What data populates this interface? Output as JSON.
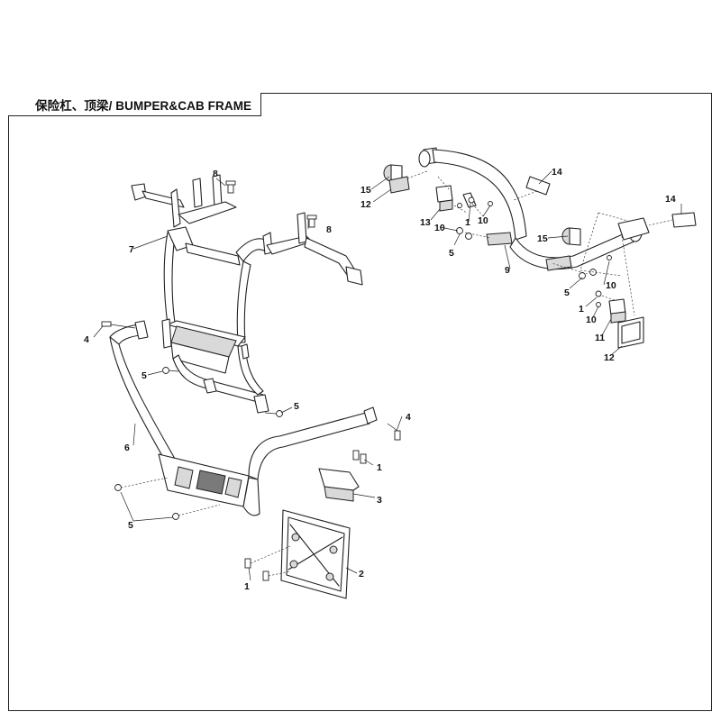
{
  "title": "保险杠、顶梁/ BUMPER&CAB FRAME",
  "callouts": {
    "c1a": "1",
    "c1b": "1",
    "c1c": "1",
    "c1d": "1",
    "c2": "2",
    "c3": "3",
    "c4a": "4",
    "c4b": "4",
    "c5a": "5",
    "c5b": "5",
    "c5c": "5",
    "c5d": "5",
    "c5e": "5",
    "c6": "6",
    "c7": "7",
    "c8a": "8",
    "c8b": "8",
    "c9": "9",
    "c10a": "10",
    "c10b": "10",
    "c10c": "10",
    "c10d": "10",
    "c11": "11",
    "c12a": "12",
    "c12b": "12",
    "c13": "13",
    "c14a": "14",
    "c14b": "14",
    "c15a": "15",
    "c15b": "15"
  }
}
